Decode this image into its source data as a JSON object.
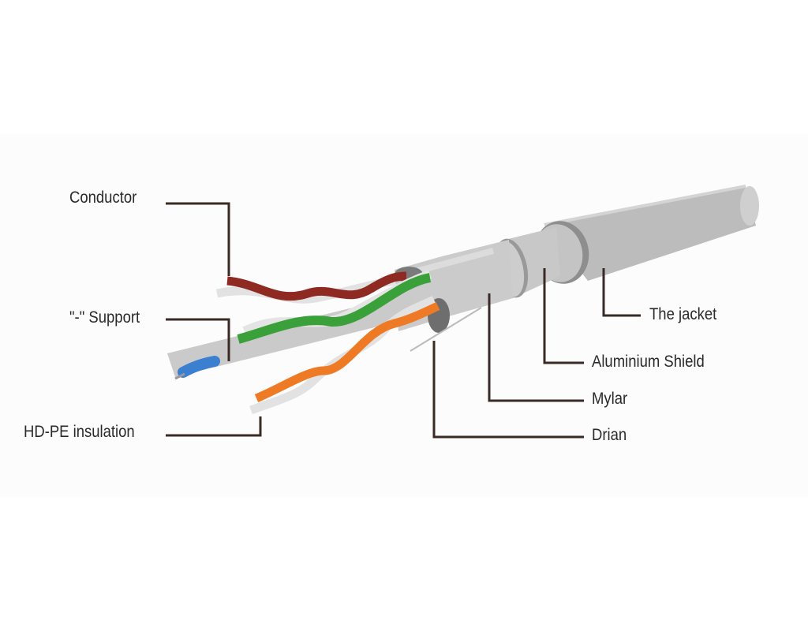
{
  "labels": {
    "conductor": "Conductor",
    "support": "\"-\" Support",
    "insulation": "HD-PE insulation",
    "jacket": "The jacket",
    "shield": "Aluminium Shield",
    "mylar": "Mylar",
    "drain": "Drian"
  },
  "colors": {
    "leader": "#3a2a25",
    "jacket": "#bdbdbd",
    "pair_brown": "#8e2a22",
    "pair_green": "#3aa03a",
    "pair_orange": "#ef7a25",
    "pair_blue": "#3a7fd0"
  }
}
